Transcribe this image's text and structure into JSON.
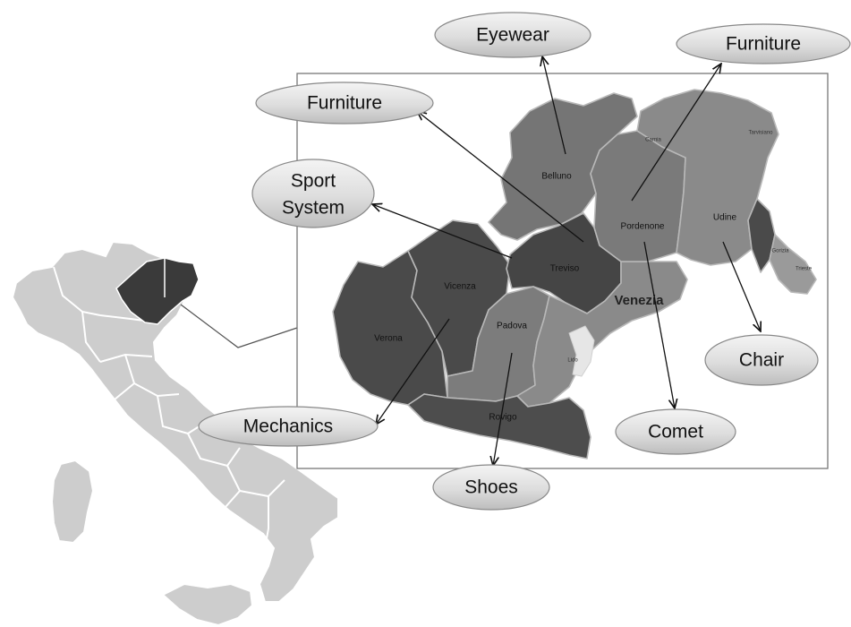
{
  "industry_labels": {
    "eyewear": "Eyewear",
    "furniture_east": "Furniture",
    "furniture_west": "Furniture",
    "sport_system_line1": "Sport",
    "sport_system_line2": "System",
    "mechanics": "Mechanics",
    "shoes": "Shoes",
    "comet": "Comet",
    "chair": "Chair"
  },
  "province_labels": {
    "belluno": "Belluno",
    "treviso": "Treviso",
    "vicenza": "Vicenza",
    "verona": "Verona",
    "padova": "Padova",
    "venezia": "Venezia",
    "rovigo": "Rovigo",
    "pordenone": "Pordenone",
    "udine": "Udine",
    "carnia": "Carnia",
    "tarvisiano": "Tarvisiano",
    "gorizia": "Gorizia",
    "trieste": "Trieste",
    "lido": "Lido"
  },
  "colors": {
    "italy_fill": "#cdcdcd",
    "highlight_fill": "#3a3a3a",
    "province_dark": "#4a4a4a",
    "province_mid": "#6e6e6e",
    "province_light": "#8c8c8c",
    "bubble_fill": "#e2e2e2",
    "frame_stroke": "#777777"
  }
}
